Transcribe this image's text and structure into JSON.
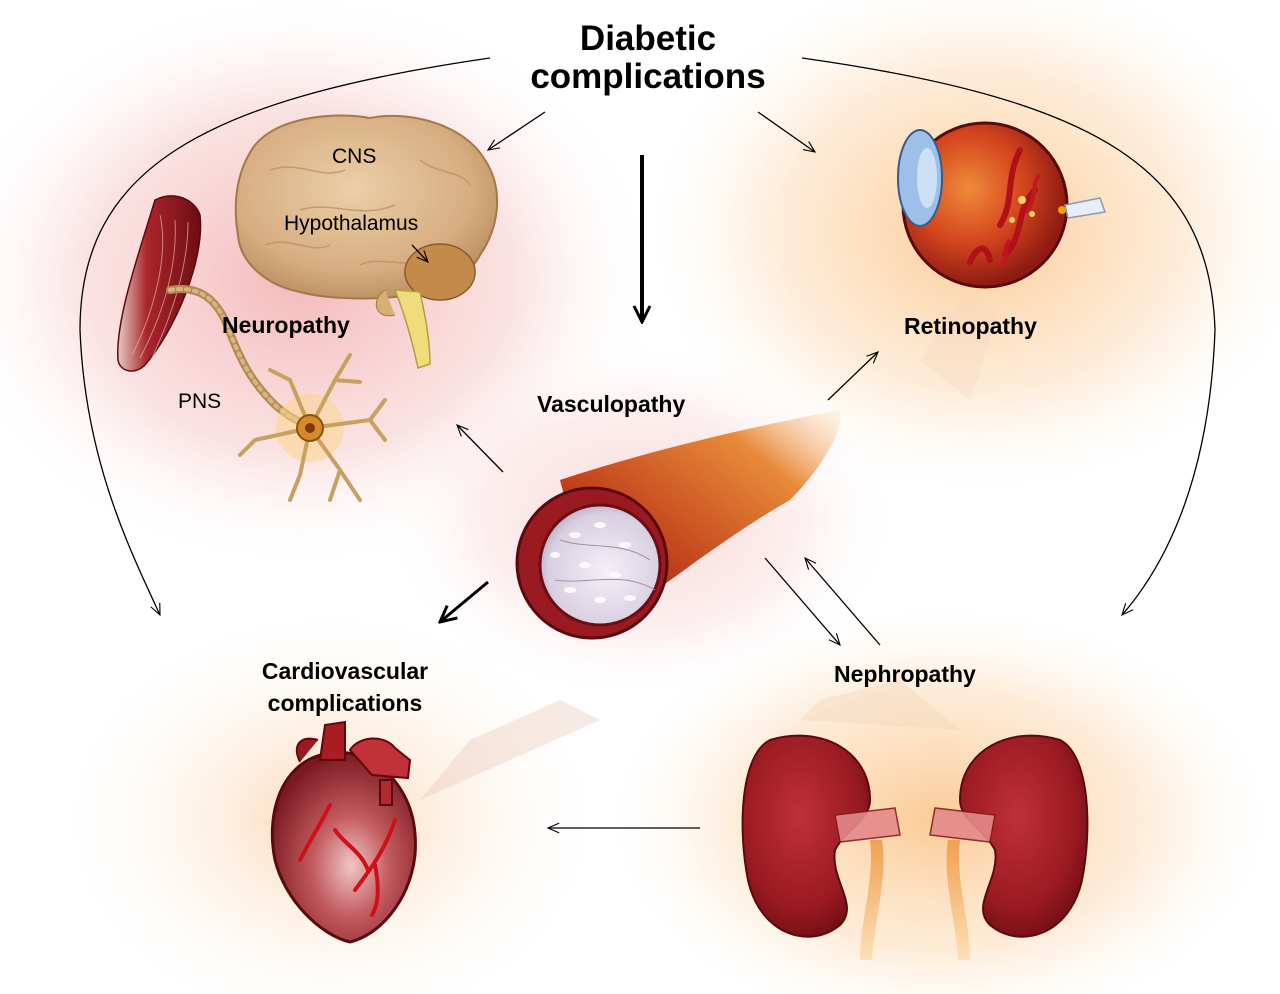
{
  "title": {
    "line1": "Diabetic",
    "line2": "complications"
  },
  "labels": {
    "cns": "CNS",
    "hypothalamus": "Hypothalamus",
    "neuropathy": "Neuropathy",
    "pns": "PNS",
    "vasculopathy": "Vasculopathy",
    "retinopathy": "Retinopathy",
    "cardiovascular_line1": "Cardiovascular",
    "cardiovascular_line2": "complications",
    "nephropathy": "Nephropathy"
  },
  "colors": {
    "organ_red": "#a81c22",
    "dark_red": "#6e0d12",
    "brain_tan": "#d9b489",
    "glow_pink": "#f7c7c7",
    "glow_orange": "#fcd7a8",
    "arrow_black": "#000000"
  }
}
